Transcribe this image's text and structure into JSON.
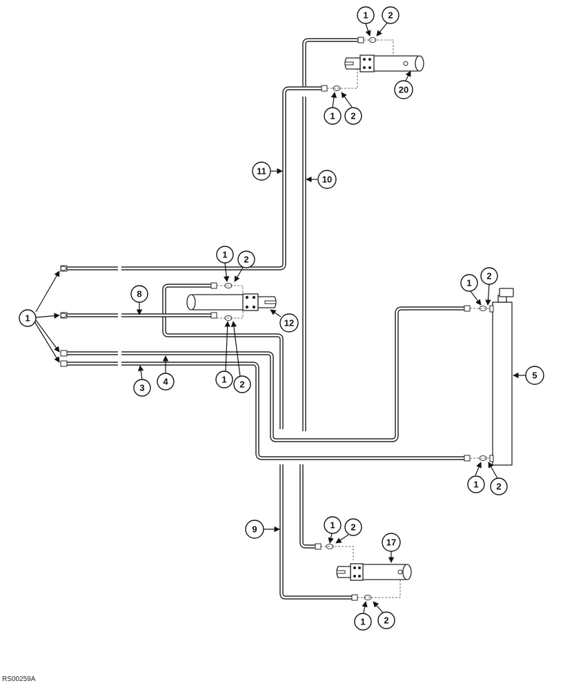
{
  "diagram": {
    "reference_code": "RS00259A",
    "callouts": {
      "fitting": "1",
      "o_ring": "2",
      "tube_3": "3",
      "tube_4": "4",
      "valve": "5",
      "tube_8": "8",
      "tube_9": "9",
      "tube_10": "10",
      "tube_11": "11",
      "cylinder_12": "12",
      "cylinder_17": "17",
      "cylinder_20": "20"
    }
  }
}
